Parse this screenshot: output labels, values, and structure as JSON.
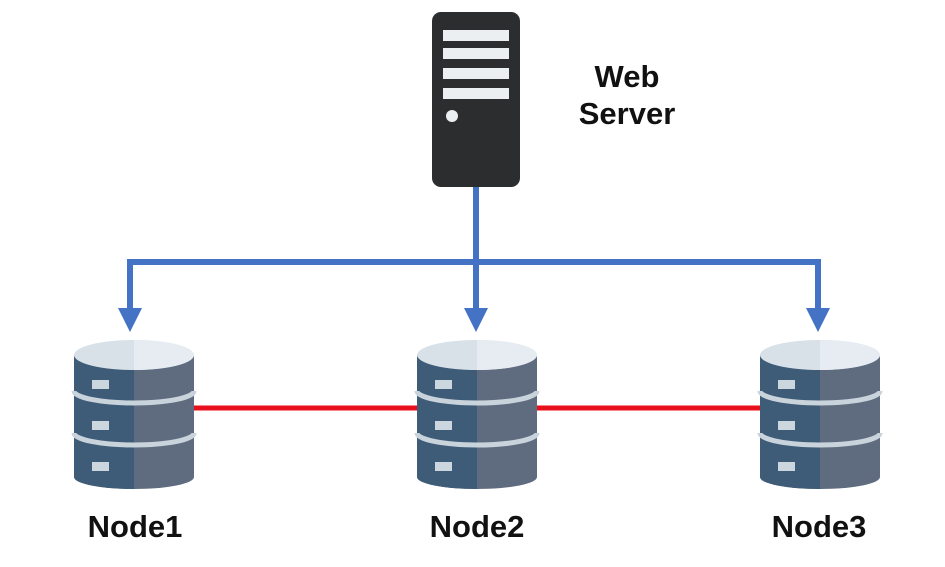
{
  "server": {
    "label_line1": "Web",
    "label_line2": "Server"
  },
  "nodes": [
    {
      "label": "Node1"
    },
    {
      "label": "Node2"
    },
    {
      "label": "Node3"
    }
  ],
  "colors": {
    "server_body": "#2b2d2f",
    "server_slot": "#eceff1",
    "arrow": "#4472c4",
    "replication_link": "#e8101a",
    "db_left": "#3e5c78",
    "db_right": "#5f6c80",
    "db_top": "#d8e1e8",
    "db_band": "#c9d3db",
    "db_slot": "#ccd6de"
  }
}
